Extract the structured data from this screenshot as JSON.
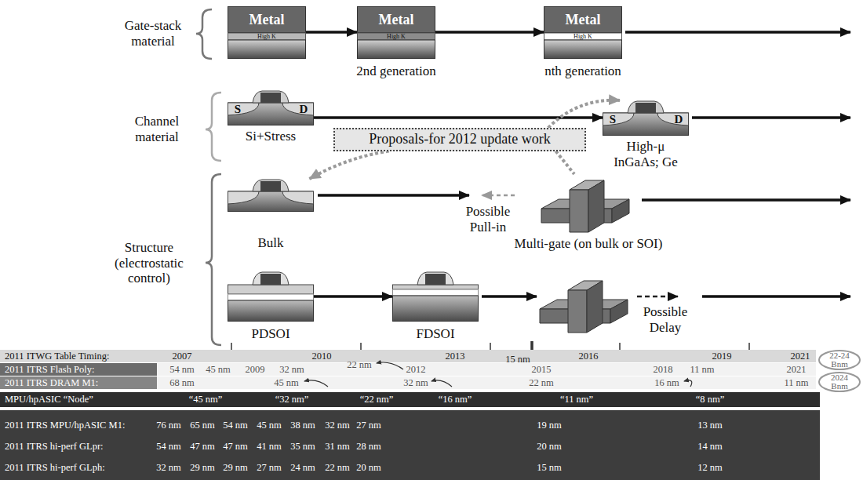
{
  "diagram": {
    "nodes": [
      {
        "text": [
          "Metal",
          "High K"
        ]
      },
      {
        "text": [
          "Metal",
          "High K",
          "2nd generation"
        ]
      },
      {
        "text": [
          "Metal",
          "High K",
          "nth generation"
        ]
      },
      {
        "text": [
          "S",
          "D",
          "Si+Stress"
        ]
      },
      {
        "text": [
          "Proposals-for 2012 update work"
        ]
      },
      {
        "text": [
          "S",
          "D",
          "High-μ InGaAs; Ge"
        ]
      },
      {
        "text": [
          "Bulk"
        ]
      },
      {
        "text": [
          "Multi-gate (on bulk or SOI)"
        ]
      },
      {
        "text": [
          "PDSOI"
        ]
      },
      {
        "text": [
          "FDSOI"
        ]
      },
      {
        "text": [
          "22-24 Bnm"
        ]
      },
      {
        "text": [
          "2024 Bnm"
        ]
      }
    ],
    "edges": [
      {
        "from": 0,
        "to": 1,
        "arrow": "to"
      },
      {
        "from": 1,
        "to": 2,
        "arrow": "to"
      },
      {
        "from": 3,
        "to": 5,
        "arrow": "to"
      },
      {
        "from": 8,
        "to": 9,
        "arrow": "to"
      },
      {
        "from": 4,
        "to": 5,
        "arrow": "to"
      },
      {
        "from": 4,
        "to": 6,
        "arrow": "to"
      },
      {
        "from": 4,
        "to": 7,
        "arrow": "none"
      }
    ],
    "labels": [
      "Gate-stack material",
      "Channel material",
      "Structure (electrostatic control)",
      "Possible Pull-in",
      "Possible Delay",
      "2011 ITWG Table Timing:",
      "2007",
      "2010",
      "2013",
      "15 nm",
      "2016",
      "2019",
      "2021",
      "2011 ITRS Flash Poly:",
      "54 nm",
      "45 nm",
      "2009",
      "32 nm",
      "22 nm",
      "2012",
      "2015",
      "2018",
      "11 nm",
      "2021",
      "2011 ITRS DRAM M1:",
      "68 nm",
      "45 nm",
      "32 nm",
      "22 nm",
      "16 nm",
      "11 nm",
      "MPU/hpASIC “Node”",
      "“45 nm”",
      "“32 nm”",
      "“22 nm”",
      "“16 nm”",
      "“11 nm”",
      "“8 nm”",
      "2011 ITRS MPU/hpASIC M1:",
      "76 nm",
      "65 nm",
      "54 nm",
      "45 nm",
      "38 nm",
      "32 nm",
      "27 nm",
      "19 nm",
      "13 nm",
      "2011 ITRS hi-perf GLpr:",
      "54 nm",
      "47 nm",
      "47 nm",
      "41 nm",
      "35 nm",
      "31 nm",
      "28 nm",
      "20 nm",
      "14 nm",
      "2011 ITRS hi-perf GLph:",
      "32 nm",
      "29 nm",
      "29 nm",
      "27 nm",
      "24 nm",
      "22 nm",
      "20 nm",
      "15 nm",
      "12 nm"
    ]
  }
}
